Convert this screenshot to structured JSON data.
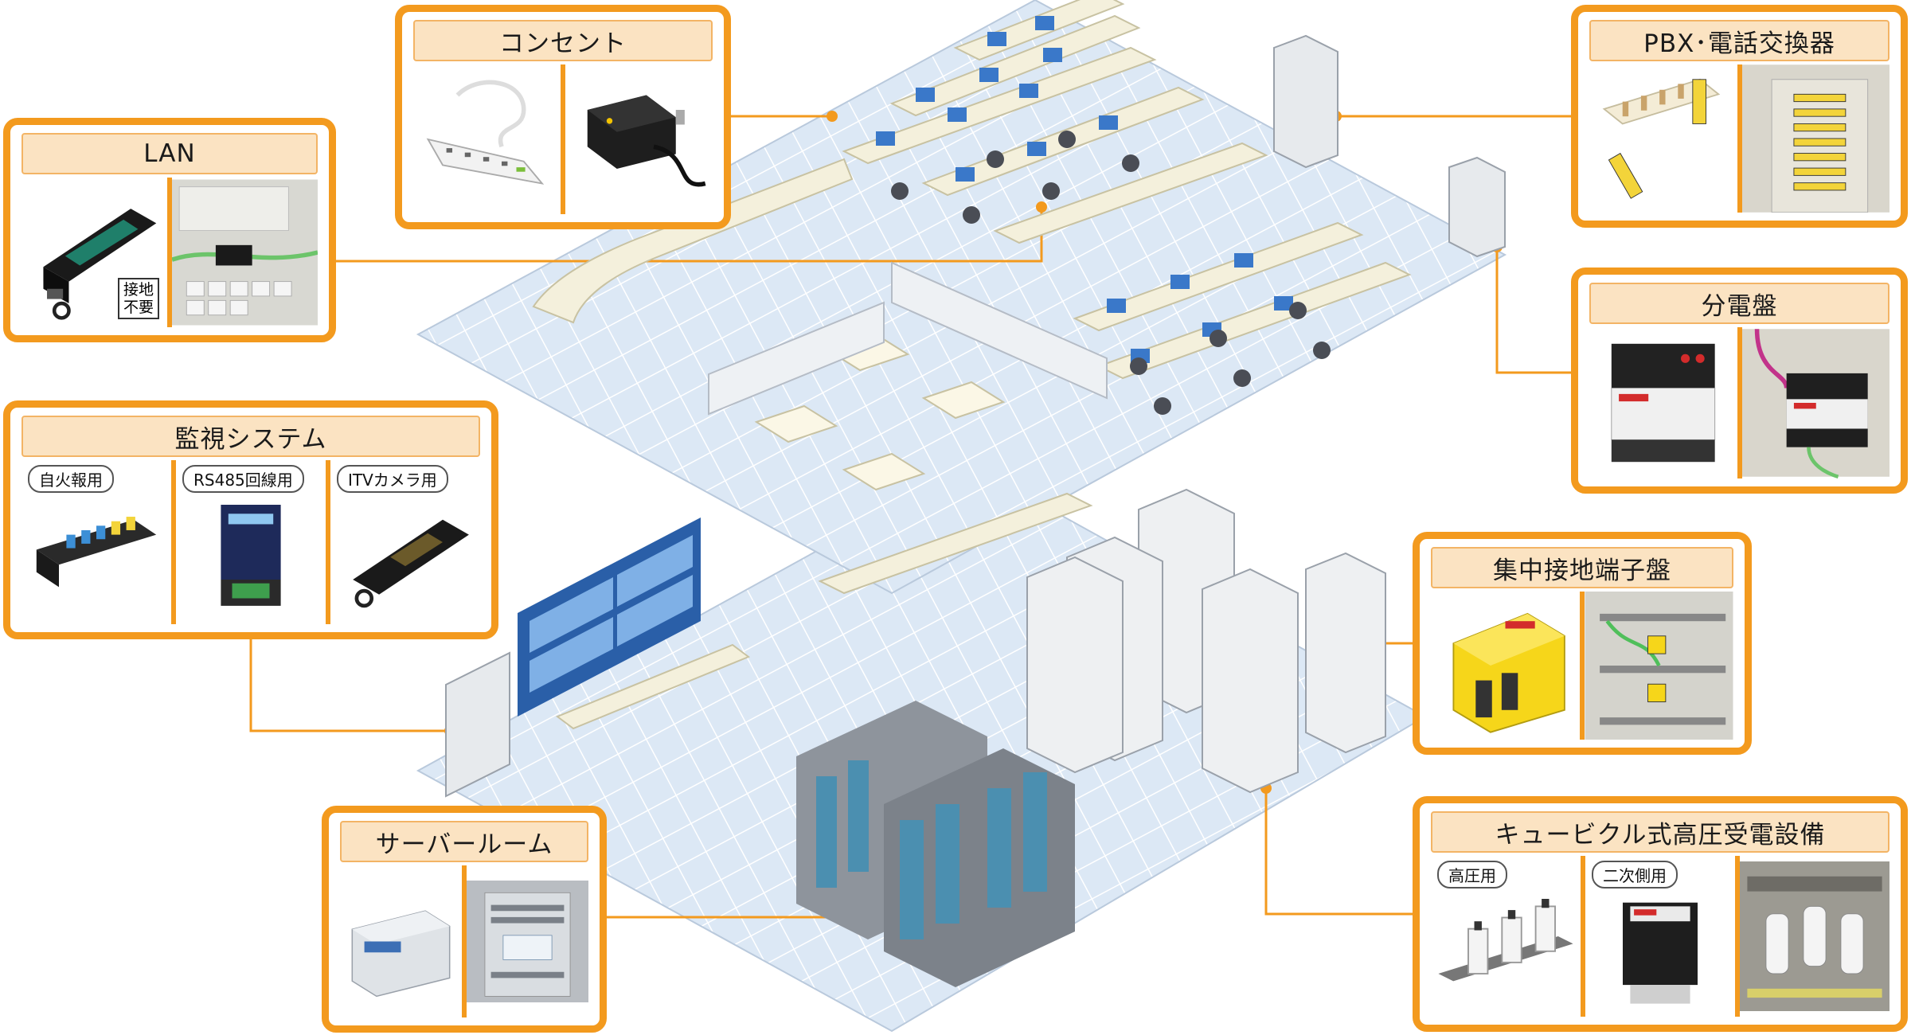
{
  "callouts": {
    "concentric": {
      "title": "コンセント"
    },
    "lan": {
      "title": "LAN",
      "badge": "接地\n不要"
    },
    "pbx": {
      "title": "PBX･電話交換器"
    },
    "bunden": {
      "title": "分電盤"
    },
    "kanshi": {
      "title": "監視システム",
      "tags": [
        "自火報用",
        "RS485回線用",
        "ITVカメラ用"
      ]
    },
    "shuchu": {
      "title": "集中接地端子盤"
    },
    "server": {
      "title": "サーバールーム"
    },
    "cubicle": {
      "title": "キュービクル式高圧受電設備",
      "tags": [
        "高圧用",
        "二次側用"
      ]
    }
  },
  "colors": {
    "accent": "#f39a1e",
    "title_bg": "#fbe3c2",
    "floor": "#dce8f5",
    "floor_grid": "#ffffff"
  },
  "icons": [
    "power-strip-icon",
    "power-adapter-icon",
    "lan-protector-icon",
    "terminal-block-icon",
    "breaker-icon",
    "surge-protector-icon",
    "server-rack-icon",
    "transformer-icon"
  ]
}
